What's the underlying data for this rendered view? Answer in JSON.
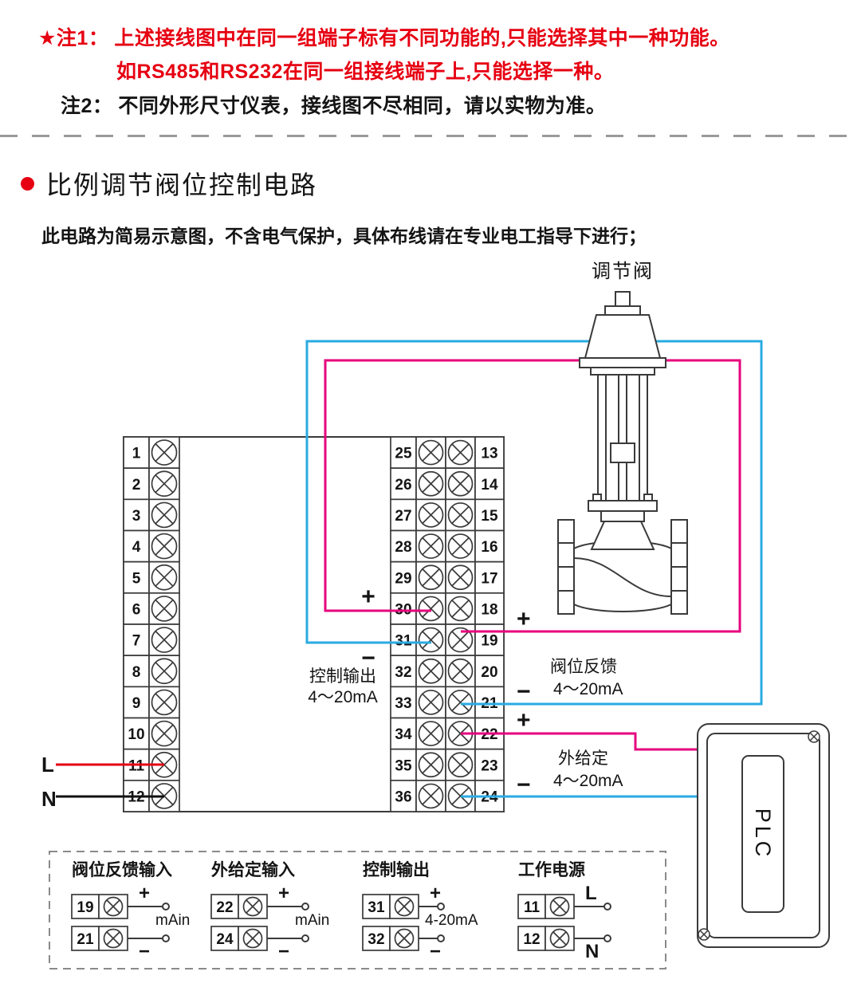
{
  "notes": {
    "note1": {
      "label": "★注1：",
      "line1": "上述接线图中在同一组端子标有不同功能的,只能选择其中一种功能。",
      "line2": "如RS485和RS232在同一组接线端子上,只能选择一种。"
    },
    "note2": {
      "label": "注2：",
      "text": "不同外形尺寸仪表，接线图不尽相同，请以实物为准。"
    }
  },
  "section": {
    "title": "比例调节阀位控制电路",
    "subtitle": "此电路为简易示意图，不含电气保护，具体布线请在专业电工指导下进行；"
  },
  "diagram": {
    "valve_label": "调节阀",
    "plc_label": "PLC",
    "left_terminals": [
      "1",
      "2",
      "3",
      "4",
      "5",
      "6",
      "7",
      "8",
      "9",
      "10",
      "11",
      "12"
    ],
    "mid_left_terminals": [
      "25",
      "26",
      "27",
      "28",
      "29",
      "30",
      "31",
      "32",
      "33",
      "34",
      "35",
      "36"
    ],
    "mid_right_terminals": [
      "13",
      "14",
      "15",
      "16",
      "17",
      "18",
      "19",
      "20",
      "21",
      "22",
      "23",
      "24"
    ],
    "wire_labels": {
      "control_output_plus": "+",
      "control_output_minus": "−",
      "control_output": "控制输出",
      "control_output_range": "4～20mA",
      "feedback_plus": "+",
      "feedback_minus": "−",
      "feedback": "阀位反馈",
      "feedback_range": "4～20mA",
      "setpoint_plus": "+",
      "setpoint_minus": "−",
      "setpoint": "外给定",
      "setpoint_range": "4～20mA",
      "line": "L",
      "neutral": "N"
    },
    "colors": {
      "blue": "#29abe2",
      "pink": "#e6007e",
      "red": "#e60012",
      "black": "#111111",
      "outline": "#3a3a3a"
    }
  },
  "legend": {
    "groups": [
      {
        "title": "阀位反馈输入",
        "rows": [
          {
            "no": "19",
            "sign": "+"
          },
          {
            "no": "21",
            "sign": "−"
          }
        ],
        "note": "mAin"
      },
      {
        "title": "外给定输入",
        "rows": [
          {
            "no": "22",
            "sign": "+"
          },
          {
            "no": "24",
            "sign": "−"
          }
        ],
        "note": "mAin"
      },
      {
        "title": "控制输出",
        "rows": [
          {
            "no": "31",
            "sign": "+"
          },
          {
            "no": "32",
            "sign": "−"
          }
        ],
        "note": "4-20mA"
      },
      {
        "title": "工作电源",
        "rows": [
          {
            "no": "11",
            "sign": "L"
          },
          {
            "no": "12",
            "sign": "N"
          }
        ],
        "note": ""
      }
    ]
  }
}
